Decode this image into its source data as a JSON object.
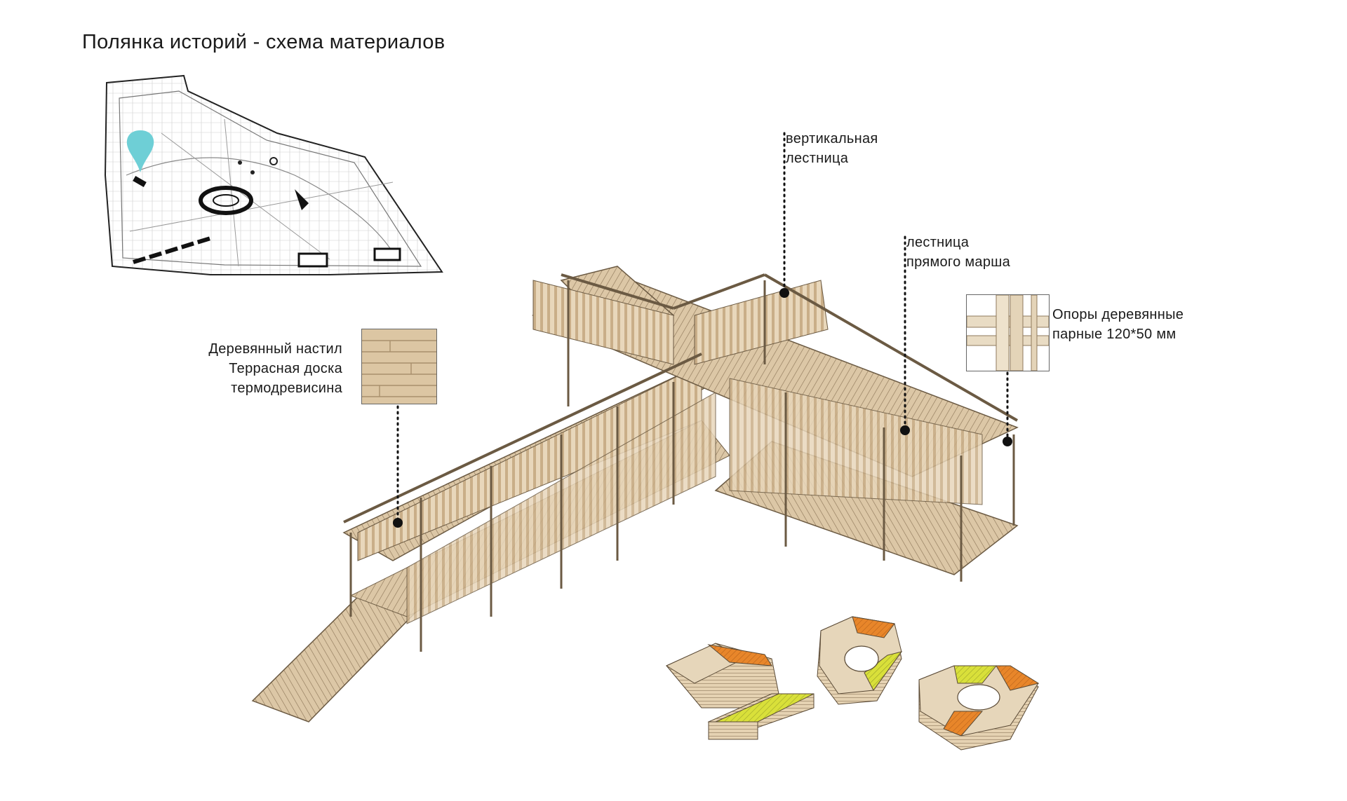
{
  "title": "Полянка историй - схема материалов",
  "annotations": {
    "decking": {
      "lines": [
        "Деревянный настил",
        "Террасная доска",
        "термодревисина"
      ]
    },
    "vertical_stair": {
      "lines": [
        "вертикальная",
        "лестница"
      ]
    },
    "straight_stair": {
      "lines": [
        "лестница",
        "прямого марша"
      ]
    },
    "supports": {
      "lines": [
        "Опоры деревянные",
        "парные 120*50 мм"
      ]
    }
  },
  "colors": {
    "wood": "#d9c3a0",
    "wood_dark": "#a68b66",
    "orange": "#e8862a",
    "yellow": "#d9e03a",
    "pin": "#6ecfd6"
  },
  "icons": {
    "location_pin": "location-pin-icon"
  }
}
